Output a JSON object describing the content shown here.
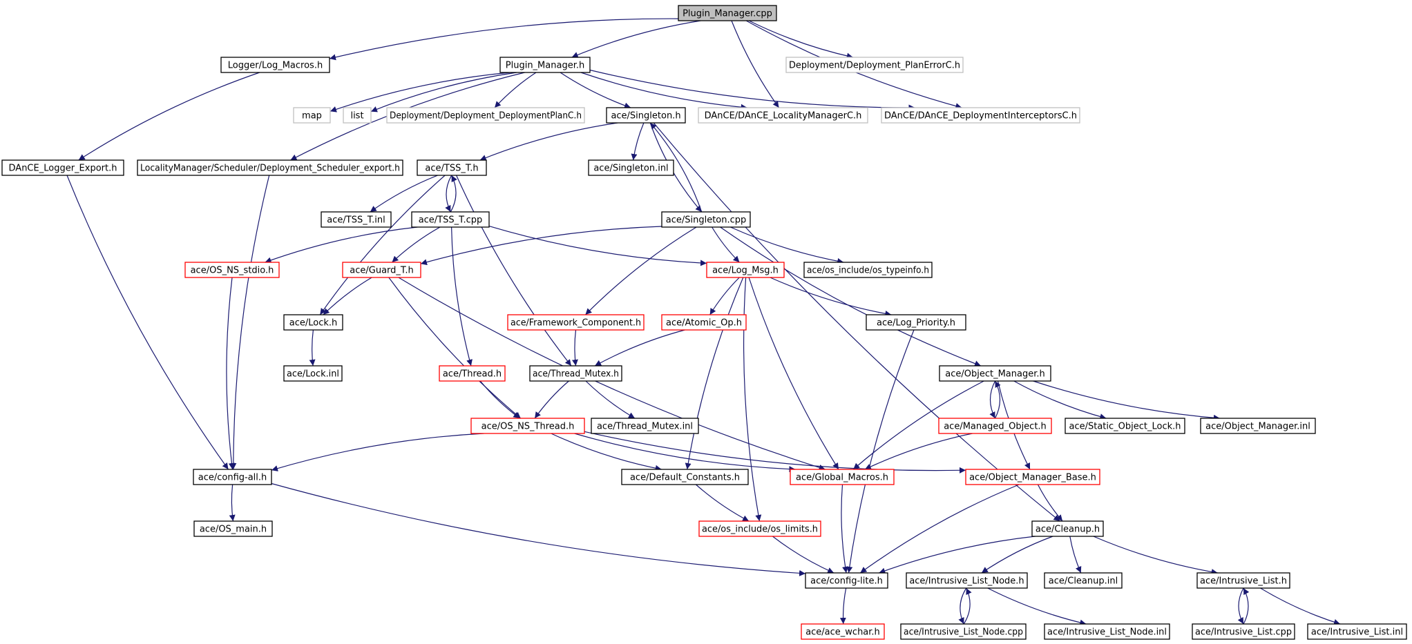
{
  "colors": {
    "edge": "#191970",
    "box_normal": "#000000",
    "box_truncated": "#ff0000",
    "box_external": "#bfbfbf",
    "box_root_fill": "#bfbfbf",
    "text": "#000000"
  },
  "nodes": [
    {
      "id": "root",
      "label": "Plugin_Manager.cpp",
      "style": "root"
    },
    {
      "id": "log_macros",
      "label": "Logger/Log_Macros.h",
      "style": "normal"
    },
    {
      "id": "plugin_h",
      "label": "Plugin_Manager.h",
      "style": "normal"
    },
    {
      "id": "plan_error",
      "label": "Deployment/Deployment_PlanErrorC.h",
      "style": "external"
    },
    {
      "id": "map",
      "label": "map",
      "style": "external"
    },
    {
      "id": "list",
      "label": "list",
      "style": "external"
    },
    {
      "id": "dplan",
      "label": "Deployment/Deployment_DeploymentPlanC.h",
      "style": "external"
    },
    {
      "id": "singleton_h",
      "label": "ace/Singleton.h",
      "style": "normal"
    },
    {
      "id": "locality_mgr",
      "label": "DAnCE/DAnCE_LocalityManagerC.h",
      "style": "external"
    },
    {
      "id": "interceptors",
      "label": "DAnCE/DAnCE_DeploymentInterceptorsC.h",
      "style": "external"
    },
    {
      "id": "logger_export",
      "label": "DAnCE_Logger_Export.h",
      "style": "normal"
    },
    {
      "id": "sched_export",
      "label": "LocalityManager/Scheduler/Deployment_Scheduler_export.h",
      "style": "normal"
    },
    {
      "id": "tss_h",
      "label": "ace/TSS_T.h",
      "style": "normal"
    },
    {
      "id": "singleton_inl",
      "label": "ace/Singleton.inl",
      "style": "normal"
    },
    {
      "id": "tss_inl",
      "label": "ace/TSS_T.inl",
      "style": "normal"
    },
    {
      "id": "tss_cpp",
      "label": "ace/TSS_T.cpp",
      "style": "normal"
    },
    {
      "id": "singleton_cpp",
      "label": "ace/Singleton.cpp",
      "style": "normal"
    },
    {
      "id": "os_stdio",
      "label": "ace/OS_NS_stdio.h",
      "style": "truncated"
    },
    {
      "id": "guard",
      "label": "ace/Guard_T.h",
      "style": "truncated"
    },
    {
      "id": "log_msg",
      "label": "ace/Log_Msg.h",
      "style": "truncated"
    },
    {
      "id": "typeinfo",
      "label": "ace/os_include/os_typeinfo.h",
      "style": "normal"
    },
    {
      "id": "lock_h",
      "label": "ace/Lock.h",
      "style": "normal"
    },
    {
      "id": "framework",
      "label": "ace/Framework_Component.h",
      "style": "truncated"
    },
    {
      "id": "atomic",
      "label": "ace/Atomic_Op.h",
      "style": "truncated"
    },
    {
      "id": "log_priority",
      "label": "ace/Log_Priority.h",
      "style": "normal"
    },
    {
      "id": "lock_inl",
      "label": "ace/Lock.inl",
      "style": "normal"
    },
    {
      "id": "thread_h",
      "label": "ace/Thread.h",
      "style": "truncated"
    },
    {
      "id": "thread_mutex",
      "label": "ace/Thread_Mutex.h",
      "style": "normal"
    },
    {
      "id": "object_mgr",
      "label": "ace/Object_Manager.h",
      "style": "normal"
    },
    {
      "id": "os_thread",
      "label": "ace/OS_NS_Thread.h",
      "style": "truncated"
    },
    {
      "id": "thread_mutex_inl",
      "label": "ace/Thread_Mutex.inl",
      "style": "normal"
    },
    {
      "id": "managed_obj",
      "label": "ace/Managed_Object.h",
      "style": "truncated"
    },
    {
      "id": "static_lock",
      "label": "ace/Static_Object_Lock.h",
      "style": "normal"
    },
    {
      "id": "object_mgr_inl",
      "label": "ace/Object_Manager.inl",
      "style": "normal"
    },
    {
      "id": "config_all",
      "label": "ace/config-all.h",
      "style": "normal"
    },
    {
      "id": "default_const",
      "label": "ace/Default_Constants.h",
      "style": "normal"
    },
    {
      "id": "global_macros",
      "label": "ace/Global_Macros.h",
      "style": "truncated"
    },
    {
      "id": "obj_mgr_base",
      "label": "ace/Object_Manager_Base.h",
      "style": "truncated"
    },
    {
      "id": "os_main",
      "label": "ace/OS_main.h",
      "style": "normal"
    },
    {
      "id": "os_limits",
      "label": "ace/os_include/os_limits.h",
      "style": "truncated"
    },
    {
      "id": "cleanup_h",
      "label": "ace/Cleanup.h",
      "style": "normal"
    },
    {
      "id": "config_lite",
      "label": "ace/config-lite.h",
      "style": "normal"
    },
    {
      "id": "ilist_node",
      "label": "ace/Intrusive_List_Node.h",
      "style": "normal"
    },
    {
      "id": "cleanup_inl",
      "label": "ace/Cleanup.inl",
      "style": "normal"
    },
    {
      "id": "ilist_h",
      "label": "ace/Intrusive_List.h",
      "style": "normal"
    },
    {
      "id": "ace_wchar",
      "label": "ace/ace_wchar.h",
      "style": "truncated"
    },
    {
      "id": "ilist_node_cpp",
      "label": "ace/Intrusive_List_Node.cpp",
      "style": "normal"
    },
    {
      "id": "ilist_node_inl",
      "label": "ace/Intrusive_List_Node.inl",
      "style": "normal"
    },
    {
      "id": "ilist_cpp",
      "label": "ace/Intrusive_List.cpp",
      "style": "normal"
    },
    {
      "id": "ilist_inl",
      "label": "ace/Intrusive_List.inl",
      "style": "normal"
    }
  ],
  "edges": [
    [
      "root",
      "log_macros"
    ],
    [
      "root",
      "plugin_h"
    ],
    [
      "root",
      "plan_error"
    ],
    [
      "root",
      "locality_mgr"
    ],
    [
      "root",
      "interceptors"
    ],
    [
      "log_macros",
      "logger_export"
    ],
    [
      "plugin_h",
      "map"
    ],
    [
      "plugin_h",
      "list"
    ],
    [
      "plugin_h",
      "dplan"
    ],
    [
      "plugin_h",
      "singleton_h"
    ],
    [
      "plugin_h",
      "locality_mgr"
    ],
    [
      "plugin_h",
      "interceptors"
    ],
    [
      "plugin_h",
      "sched_export"
    ],
    [
      "singleton_h",
      "tss_h"
    ],
    [
      "singleton_h",
      "singleton_inl"
    ],
    [
      "singleton_h",
      "singleton_cpp"
    ],
    [
      "singleton_h",
      "cleanup_h"
    ],
    [
      "logger_export",
      "config_all"
    ],
    [
      "sched_export",
      "config_all"
    ],
    [
      "tss_h",
      "tss_inl"
    ],
    [
      "tss_h",
      "tss_cpp"
    ],
    [
      "tss_h",
      "lock_h"
    ],
    [
      "tss_h",
      "thread_mutex"
    ],
    [
      "tss_cpp",
      "tss_h"
    ],
    [
      "tss_cpp",
      "os_stdio"
    ],
    [
      "tss_cpp",
      "guard"
    ],
    [
      "tss_cpp",
      "log_msg"
    ],
    [
      "tss_cpp",
      "thread_h"
    ],
    [
      "singleton_cpp",
      "singleton_h"
    ],
    [
      "singleton_cpp",
      "guard"
    ],
    [
      "singleton_cpp",
      "log_msg"
    ],
    [
      "singleton_cpp",
      "typeinfo"
    ],
    [
      "singleton_cpp",
      "framework"
    ],
    [
      "singleton_cpp",
      "object_mgr"
    ],
    [
      "os_stdio",
      "config_all"
    ],
    [
      "guard",
      "lock_h"
    ],
    [
      "guard",
      "os_thread"
    ],
    [
      "guard",
      "global_macros"
    ],
    [
      "log_msg",
      "atomic"
    ],
    [
      "log_msg",
      "log_priority"
    ],
    [
      "log_msg",
      "default_const"
    ],
    [
      "log_msg",
      "os_limits"
    ],
    [
      "log_msg",
      "global_macros"
    ],
    [
      "lock_h",
      "lock_inl"
    ],
    [
      "framework",
      "thread_mutex"
    ],
    [
      "atomic",
      "thread_mutex"
    ],
    [
      "log_priority",
      "config_lite"
    ],
    [
      "thread_h",
      "os_thread"
    ],
    [
      "thread_mutex",
      "os_thread"
    ],
    [
      "thread_mutex",
      "thread_mutex_inl"
    ],
    [
      "object_mgr",
      "managed_obj"
    ],
    [
      "object_mgr",
      "static_lock"
    ],
    [
      "object_mgr",
      "object_mgr_inl"
    ],
    [
      "object_mgr",
      "global_macros"
    ],
    [
      "object_mgr",
      "obj_mgr_base"
    ],
    [
      "managed_obj",
      "object_mgr"
    ],
    [
      "managed_obj",
      "global_macros"
    ],
    [
      "os_thread",
      "config_all"
    ],
    [
      "os_thread",
      "default_const"
    ],
    [
      "os_thread",
      "global_macros"
    ],
    [
      "os_thread",
      "obj_mgr_base"
    ],
    [
      "config_all",
      "os_main"
    ],
    [
      "config_all",
      "config_lite"
    ],
    [
      "default_const",
      "os_limits"
    ],
    [
      "global_macros",
      "config_lite"
    ],
    [
      "obj_mgr_base",
      "config_lite"
    ],
    [
      "obj_mgr_base",
      "cleanup_h"
    ],
    [
      "os_limits",
      "config_lite"
    ],
    [
      "cleanup_h",
      "config_lite"
    ],
    [
      "cleanup_h",
      "ilist_node"
    ],
    [
      "cleanup_h",
      "cleanup_inl"
    ],
    [
      "cleanup_h",
      "ilist_h"
    ],
    [
      "config_lite",
      "ace_wchar"
    ],
    [
      "ilist_node",
      "ilist_node_cpp"
    ],
    [
      "ilist_node",
      "ilist_node_inl"
    ],
    [
      "ilist_node_cpp",
      "ilist_node"
    ],
    [
      "ilist_h",
      "ilist_cpp"
    ],
    [
      "ilist_h",
      "ilist_inl"
    ],
    [
      "ilist_cpp",
      "ilist_h"
    ]
  ]
}
